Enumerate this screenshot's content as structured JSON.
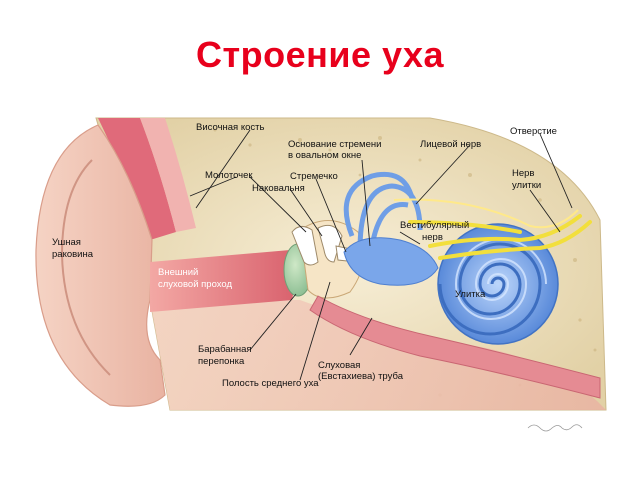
{
  "title": "Строение уха",
  "labels": {
    "temporal_bone": "Височная кость",
    "stapes_base_line1": "Основание стремени",
    "stapes_base_line2": "в овальном окне",
    "facial_nerve": "Лицевой нерв",
    "opening": "Отверстие",
    "malleus": "Молоточек",
    "incus": "Наковальня",
    "stapes": "Стремечко",
    "cochlear_nerve_line1": "Нерв",
    "cochlear_nerve_line2": "улитки",
    "vestibular_nerve_line1": "Вестибулярный",
    "vestibular_nerve_line2": "нерв",
    "auricle_line1": "Ушная",
    "auricle_line2": "раковина",
    "ear_canal_line1": "Внешний",
    "ear_canal_line2": "слуховой проход",
    "cochlea": "Улитка",
    "eardrum_line1": "Барабанная",
    "eardrum_line2": "перепонка",
    "eustachian_line1": "Слуховая",
    "eustachian_line2": "(Евстахиева) труба",
    "middle_ear_cavity": "Полость среднего уха"
  },
  "colors": {
    "title": "#e8001c",
    "bone": "#efe3c4",
    "skin": "#f2c9b8",
    "canal": "#e8888e",
    "cochlea": "#6f9ee6",
    "nerve": "#f3e24a"
  }
}
